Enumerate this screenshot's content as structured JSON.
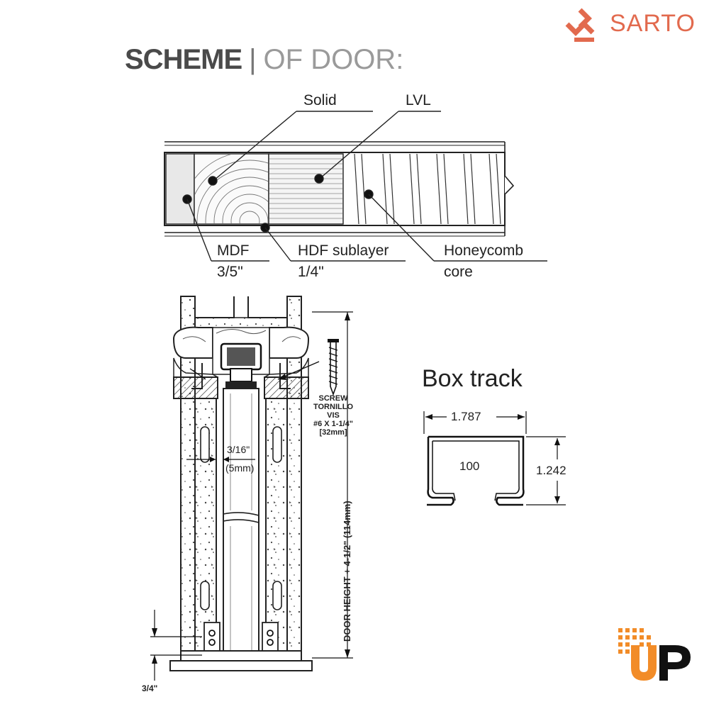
{
  "brand": {
    "name": "SARTO",
    "color": "#e26a4e"
  },
  "title": {
    "strong": "SCHEME",
    "light": "OF DOOR:"
  },
  "cross_section": {
    "labels": {
      "solid": "Solid",
      "lvl": "LVL",
      "mdf": "MDF",
      "mdf_size": "3/5\"",
      "hdf": "HDF sublayer",
      "hdf_size": "1/4\"",
      "honeycomb": "Honeycomb",
      "honeycomb_2": "core"
    }
  },
  "frame": {
    "screw_label": [
      "SCREW",
      "TORNILLO",
      "VIS",
      "#6 X 1-1/4\"",
      "[32mm]"
    ],
    "gap_label": "3/16\"",
    "gap_mm": "(5mm)",
    "height_label": "DOOR HEIGHT + 4-1/2\" (114mm)",
    "bottom_gap": "3/4\""
  },
  "box_track": {
    "title": "Box track",
    "width": "1.787",
    "height": "1.242",
    "inner": "100"
  },
  "colors": {
    "accent_orange": "#f28c28",
    "dark": "#111111"
  }
}
